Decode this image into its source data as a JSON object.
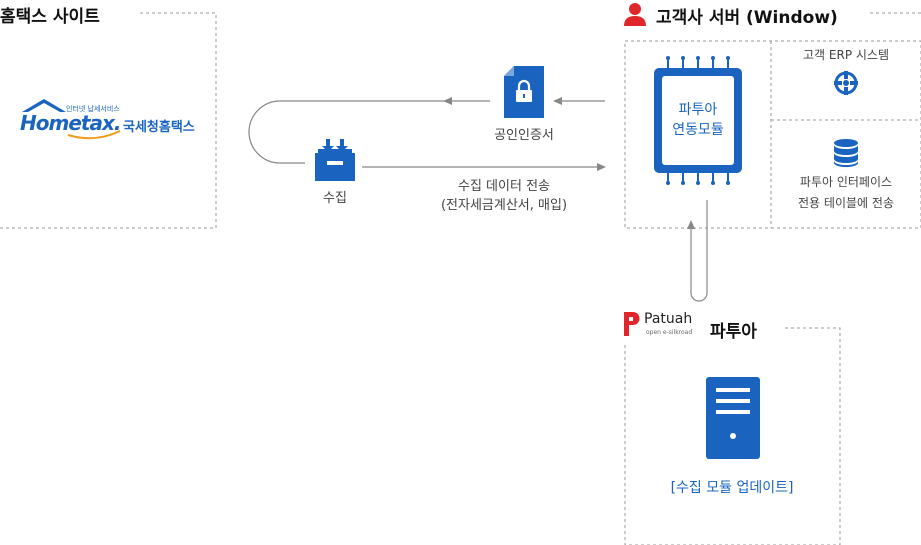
{
  "hometax_site": {
    "title": "홈택스 사이트",
    "logo": {
      "word": "Hometax.",
      "small_text": "인터넷 납세서비스",
      "korean": "국세청홈택스"
    }
  },
  "customer_server": {
    "title": "고객사 서버 (Window)",
    "module_label": [
      "파투아",
      "연동모듈"
    ],
    "erp_label": "고객 ERP 시스템",
    "interface_label": [
      "파투아 인터페이스",
      "전용 테이블에 전송"
    ]
  },
  "flow": {
    "cert_label": "공인인증서",
    "collect_label": "수집",
    "transfer_label": [
      "수집 데이터 전송",
      "(전자세금계산서, 매입)"
    ]
  },
  "patuah": {
    "brand": "Patuah",
    "brand_sub": "open e-silkroad",
    "title": "파투아",
    "update_label": "[수집 모듈 업데이트]"
  },
  "colors": {
    "accent": "#1a64c0",
    "line": "#888888",
    "dashed": "#999999",
    "logo_red": "#e0262b"
  }
}
